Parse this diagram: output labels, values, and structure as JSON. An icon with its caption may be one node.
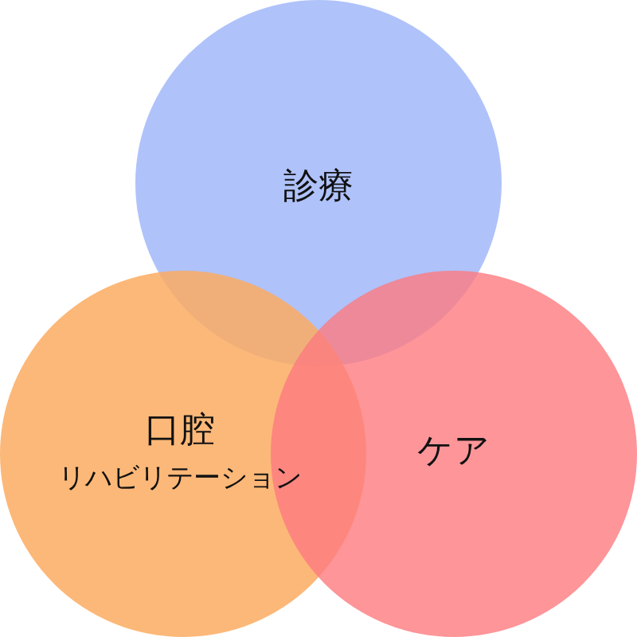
{
  "diagram": {
    "nodes": [
      {
        "text": [
          "診療"
        ]
      },
      {
        "text": [
          "口腔",
          "リハビリテーション"
        ]
      },
      {
        "text": [
          "ケア"
        ]
      }
    ]
  }
}
